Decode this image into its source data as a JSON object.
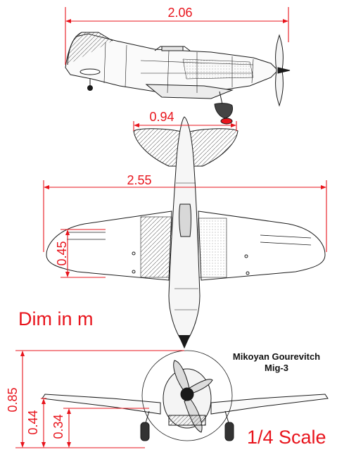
{
  "dimensions": {
    "length": "2.06",
    "tailplane_span": "0.94",
    "wingspan": "2.55",
    "wing_chord": "0.45",
    "height": "0.85",
    "height_mid": "0.44",
    "gear_height": "0.34"
  },
  "labels": {
    "units_note": "Dim in m",
    "aircraft_maker": "Mikoyan Gourevitch",
    "aircraft_model": "Mig-3",
    "scale": "1/4 Scale"
  },
  "colors": {
    "dimension": "#e8141c",
    "drawing": "#1a1a1a",
    "background": "#ffffff"
  }
}
